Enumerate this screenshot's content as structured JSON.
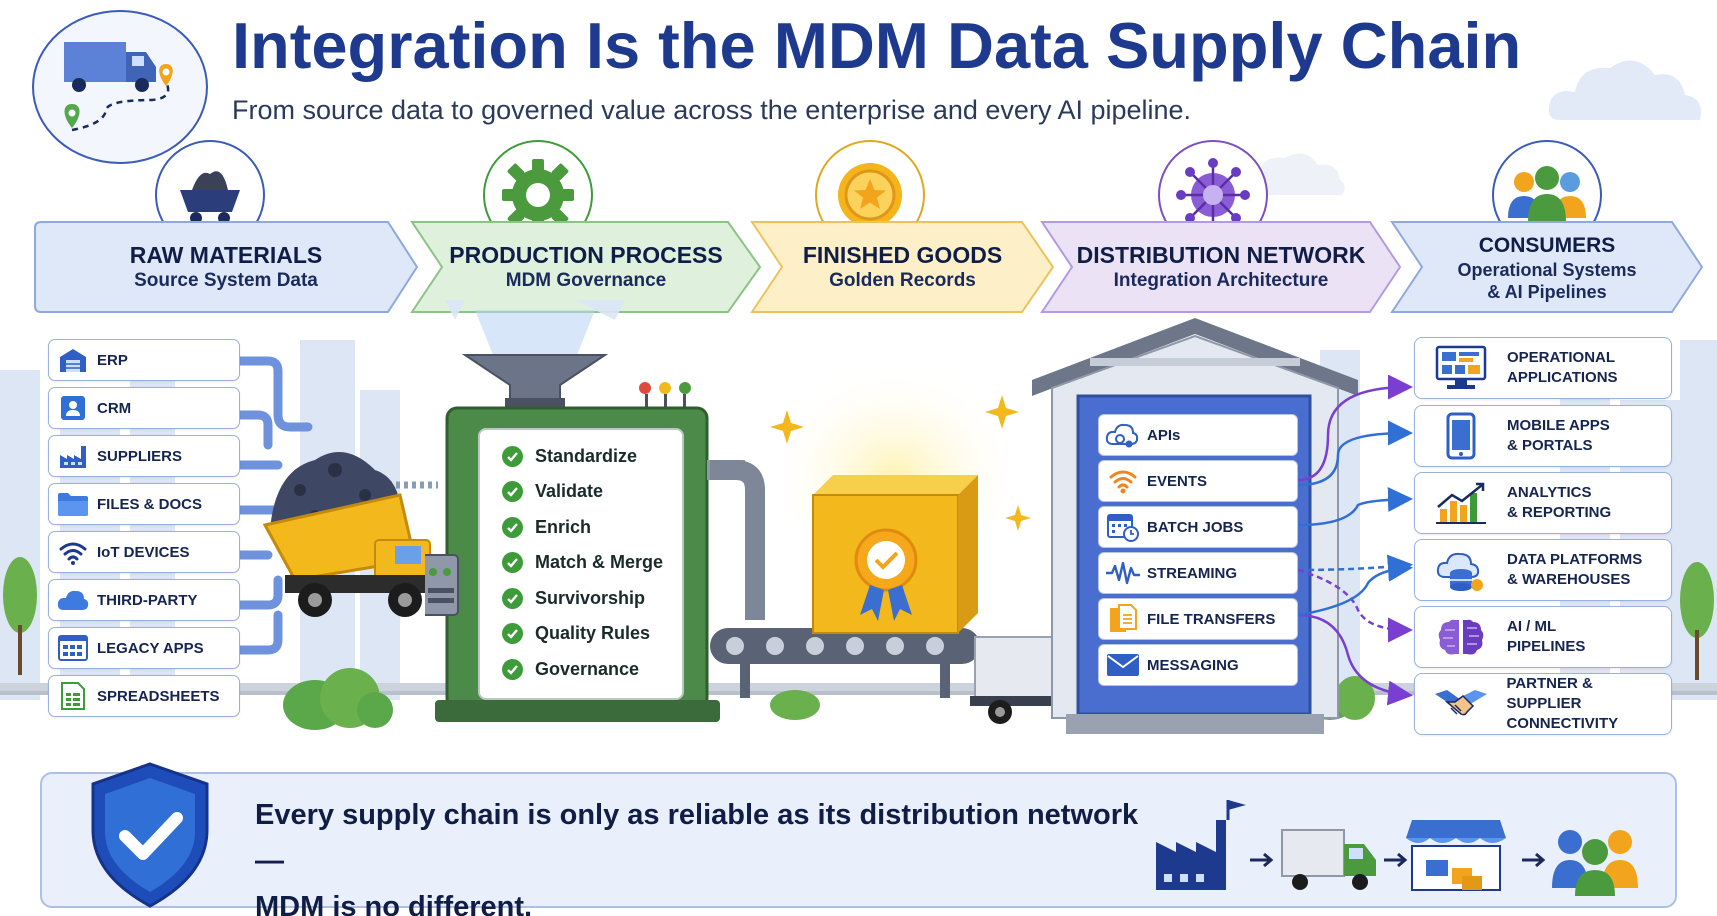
{
  "header": {
    "title": "Integration Is the MDM Data Supply Chain",
    "subtitle": "From source data to governed value across the enterprise and every AI pipeline."
  },
  "stages": [
    {
      "title": "RAW MATERIALS",
      "subtitle": "Source System Data",
      "icon": "mine-cart-icon",
      "color": "#3a5bb8"
    },
    {
      "title": "PRODUCTION PROCESS",
      "subtitle": "MDM Governance",
      "icon": "gear-icon",
      "color": "#3e9b3a"
    },
    {
      "title": "FINISHED GOODS",
      "subtitle": "Golden Records",
      "icon": "gold-medal-icon",
      "color": "#e0a81c"
    },
    {
      "title": "DISTRIBUTION NETWORK",
      "subtitle": "Integration Architecture",
      "icon": "network-globe-icon",
      "color": "#7d4fc0"
    },
    {
      "title": "CONSUMERS",
      "subtitle": "Operational Systems\n& AI Pipelines",
      "icon": "users-group-icon",
      "color": "#3a5bb8"
    }
  ],
  "sources": [
    {
      "label": "ERP",
      "icon": "warehouse-icon"
    },
    {
      "label": "CRM",
      "icon": "contact-card-icon"
    },
    {
      "label": "SUPPLIERS",
      "icon": "factory-icon"
    },
    {
      "label": "FILES & DOCS",
      "icon": "folder-icon"
    },
    {
      "label": "IoT DEVICES",
      "icon": "wifi-icon"
    },
    {
      "label": "THIRD-PARTY",
      "icon": "cloud-icon"
    },
    {
      "label": "LEGACY APPS",
      "icon": "app-window-icon"
    },
    {
      "label": "SPREADSHEETS",
      "icon": "spreadsheet-icon"
    }
  ],
  "governance_steps": [
    "Standardize",
    "Validate",
    "Enrich",
    "Match & Merge",
    "Survivorship",
    "Quality Rules",
    "Governance"
  ],
  "distribution": [
    {
      "label": "APIs",
      "icon": "cloud-gears-icon"
    },
    {
      "label": "EVENTS",
      "icon": "broadcast-icon"
    },
    {
      "label": "BATCH JOBS",
      "icon": "calendar-clock-icon"
    },
    {
      "label": "STREAMING",
      "icon": "waveform-icon"
    },
    {
      "label": "FILE TRANSFERS",
      "icon": "documents-icon"
    },
    {
      "label": "MESSAGING",
      "icon": "envelope-icon"
    }
  ],
  "consumers": [
    {
      "label": "OPERATIONAL\nAPPLICATIONS",
      "icon": "dashboard-monitor-icon"
    },
    {
      "label": "MOBILE APPS\n& PORTALS",
      "icon": "smartphone-icon"
    },
    {
      "label": "ANALYTICS\n& REPORTING",
      "icon": "bar-chart-icon"
    },
    {
      "label": "DATA PLATFORMS\n& WAREHOUSES",
      "icon": "database-icon"
    },
    {
      "label": "AI / ML\nPIPELINES",
      "icon": "ai-brain-icon"
    },
    {
      "label": "PARTNER & SUPPLIER\nCONNECTIVITY",
      "icon": "handshake-icon"
    }
  ],
  "footer": {
    "line1": "Every supply chain is only as reliable as its distribution network —",
    "line2": "MDM is no different."
  },
  "colors": {
    "primary_blue": "#1e3a8f",
    "raw_stage": "#dfe8f8",
    "production_stage": "#dff0dc",
    "finished_stage": "#fdf0c8",
    "distribution_stage": "#ebe2f6",
    "consumers_stage": "#dfe8f8",
    "check_green": "#3e9b3a",
    "machine_green": "#4c8a4a",
    "box_gold": "#f2b81c",
    "truck_purple": "#7a3fd0"
  }
}
